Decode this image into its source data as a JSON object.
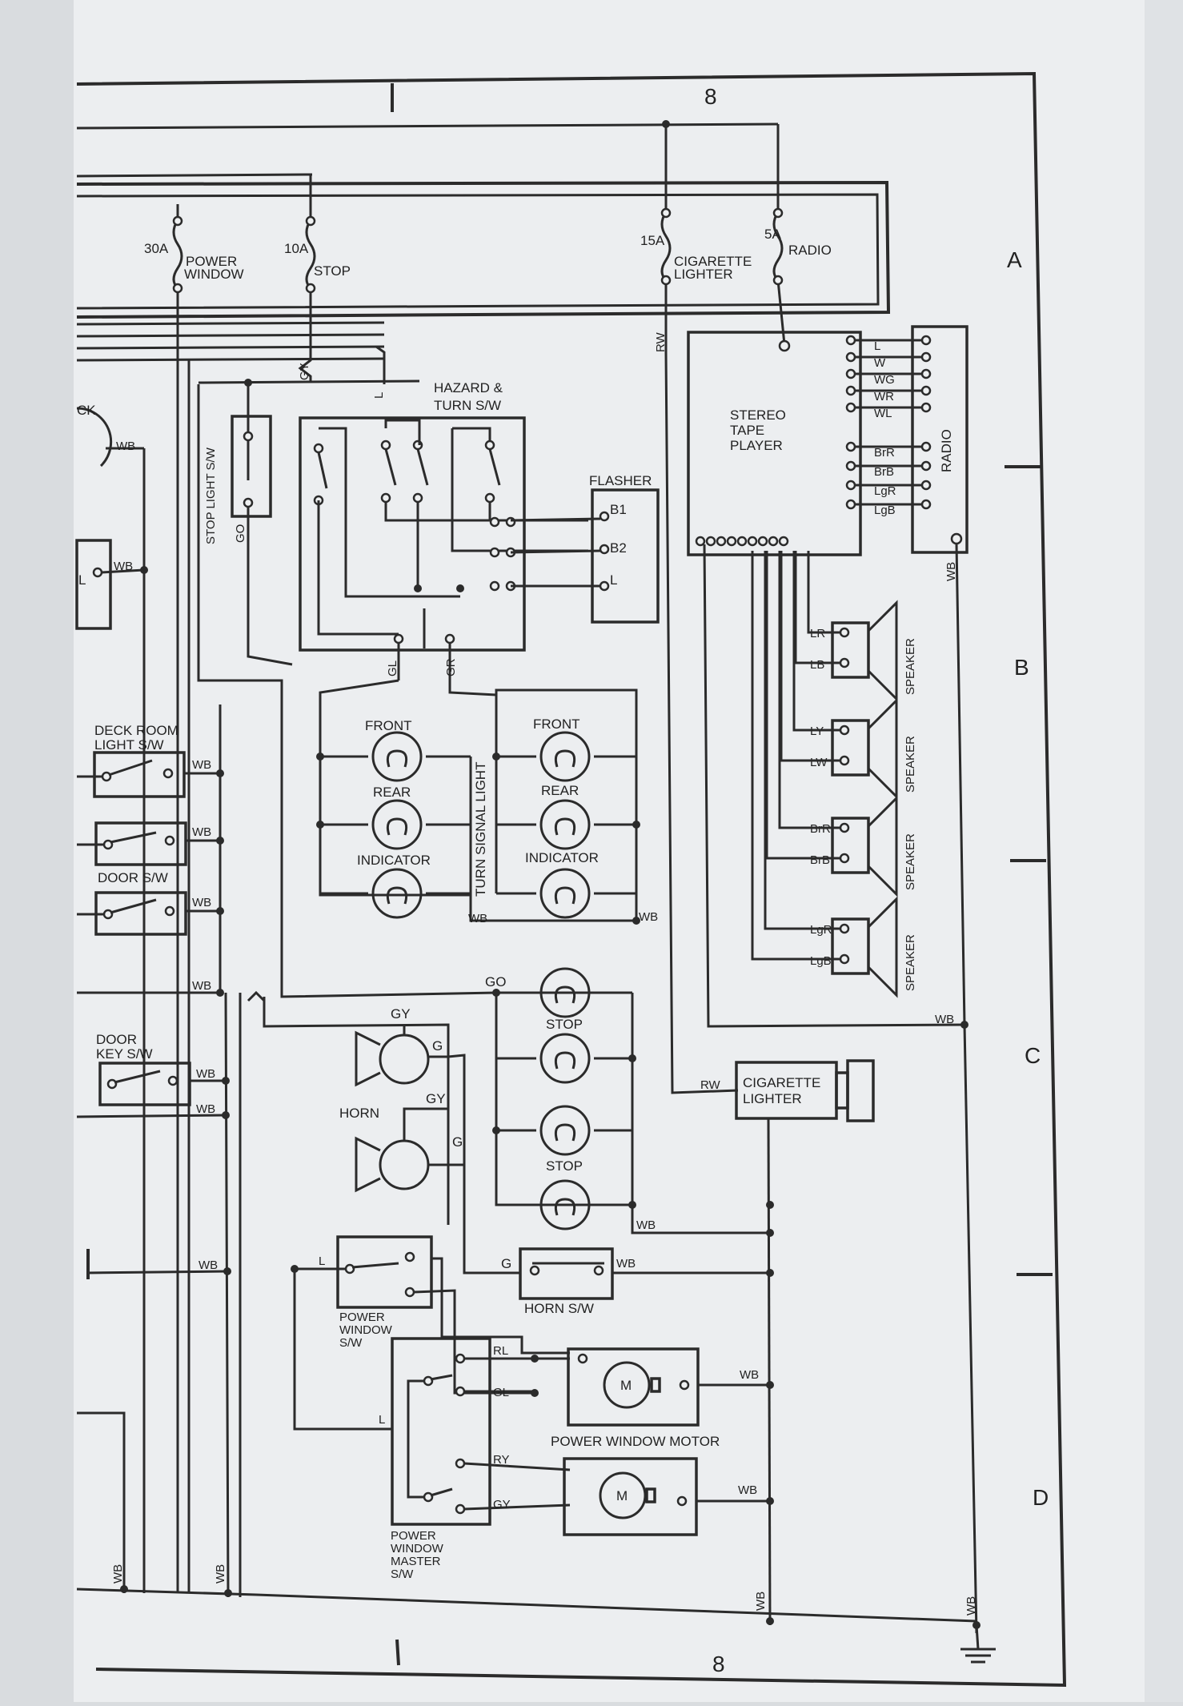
{
  "grid": {
    "column": "8",
    "rows": [
      "A",
      "B",
      "C",
      "D"
    ]
  },
  "fuses": [
    {
      "rating": "30A",
      "name": "POWER\nWINDOW",
      "line1": "POWER",
      "line2": "WINDOW"
    },
    {
      "rating": "10A",
      "name": "STOP",
      "line1": "STOP",
      "line2": ""
    },
    {
      "rating": "15A",
      "name": "CIGARETTE\nLIGHTER",
      "line1": "CIGARETTE",
      "line2": "LIGHTER"
    },
    {
      "rating": "5A",
      "name": "RADIO",
      "line1": "RADIO",
      "line2": ""
    }
  ],
  "components": {
    "stop_light_sw": "STOP LIGHT S/W",
    "hazard_sw_line1": "HAZARD &",
    "hazard_sw_line2": "TURN S/W",
    "flasher": "FLASHER",
    "flasher_terms": [
      "B1",
      "B2",
      "L"
    ],
    "stereo_line1": "STEREO",
    "stereo_line2": "TAPE",
    "stereo_line3": "PLAYER",
    "radio": "RADIO",
    "speaker": "SPEAKER",
    "turn_signal_light": "TURN SIGNAL LIGHT",
    "front": "FRONT",
    "rear": "REAR",
    "indicator": "INDICATOR",
    "stop": "STOP",
    "horn": "HORN",
    "horn_sw": "HORN S/W",
    "cig_line1": "CIGARETTE",
    "cig_line2": "LIGHTER",
    "pw_sw_line1": "POWER",
    "pw_sw_line2": "WINDOW",
    "pw_sw_line3": "S/W",
    "pw_motor": "POWER WINDOW MOTOR",
    "motor": "M",
    "master_line1": "POWER",
    "master_line2": "WINDOW",
    "master_line3": "MASTER",
    "master_line4": "S/W",
    "deck_line1": "DECK ROOM",
    "deck_line2": "LIGHT S/W",
    "door_sw": "DOOR S/W",
    "door_key_line1": "DOOR",
    "door_key_line2": "KEY S/W",
    "clock_partial": "CK",
    "l_partial": "L"
  },
  "radio_wires": [
    "L",
    "W",
    "WG",
    "WR",
    "WL",
    "BrR",
    "BrB",
    "LgR",
    "LgB"
  ],
  "speaker_wires": [
    [
      "LR",
      "LB"
    ],
    [
      "LY",
      "LW"
    ],
    [
      "BrR",
      "BrB"
    ],
    [
      "LgR",
      "LgB"
    ]
  ],
  "wire_codes": {
    "WB": "WB",
    "GY": "GY",
    "GO": "GO",
    "GL": "GL",
    "GR": "GR",
    "RW": "RW",
    "G": "G",
    "L": "L",
    "RL": "RL",
    "RY": "RY"
  }
}
